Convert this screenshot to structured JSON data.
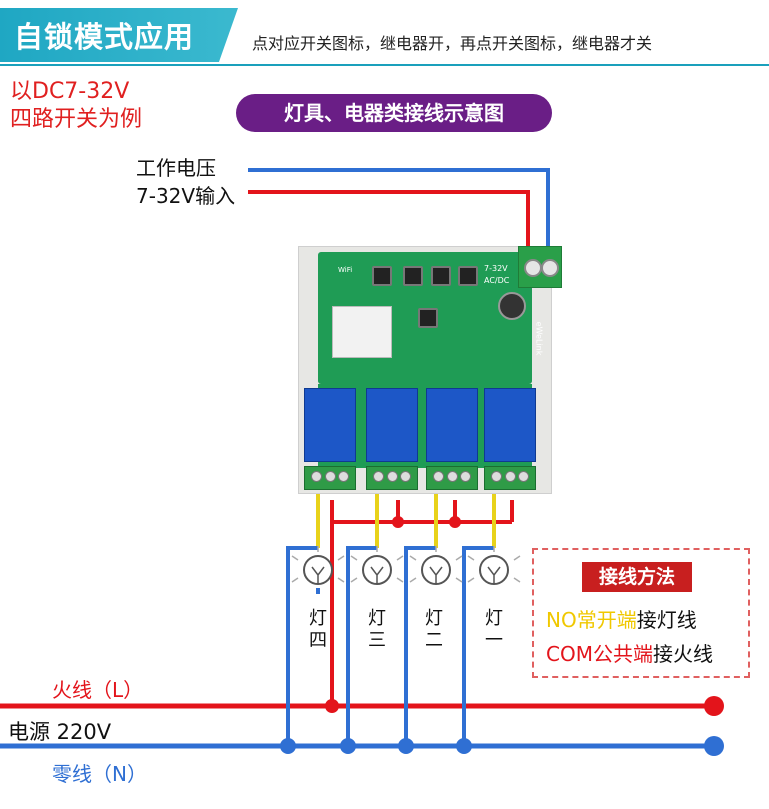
{
  "header": {
    "title": "自锁模式应用",
    "instruction": "点对应开关图标，继电器开，再点开关图标，继电器才关"
  },
  "example_note": {
    "line1": "以DC7-32V",
    "line2": "四路开关为例"
  },
  "diagram_title": "灯具、电器类接线示意图",
  "power_input": {
    "line1": "工作电压",
    "line2": "7-32V输入"
  },
  "board": {
    "wifi_label": "WiFi",
    "power_label": "7-32V",
    "ac_dc_label": "AC/DC",
    "brand": "eWeLink"
  },
  "lamps": [
    {
      "label_top": "灯",
      "label_bottom": "四"
    },
    {
      "label_top": "灯",
      "label_bottom": "三"
    },
    {
      "label_top": "灯",
      "label_bottom": "二"
    },
    {
      "label_top": "灯",
      "label_bottom": "一"
    }
  ],
  "wiring_method": {
    "title": "接线方法",
    "no_term": "NO常开端",
    "no_suffix": "接灯线",
    "com_term": "COM公共端",
    "com_suffix": "接火线"
  },
  "mains": {
    "live_label": "火线（L）",
    "supply_label": "电源 220V",
    "neutral_label": "零线（N）"
  },
  "colors": {
    "live_wire": "#e3141b",
    "neutral_wire": "#2f6fd3",
    "lamp_wire": "#e8d21a",
    "banner": "#2ab0c9",
    "pill": "#6a1e86",
    "method_title": "#c81f1f",
    "no_text": "#f0c800",
    "com_text": "#e3141b"
  },
  "icons": [
    "bulb-icon",
    "relay-icon",
    "terminal-block-icon"
  ]
}
